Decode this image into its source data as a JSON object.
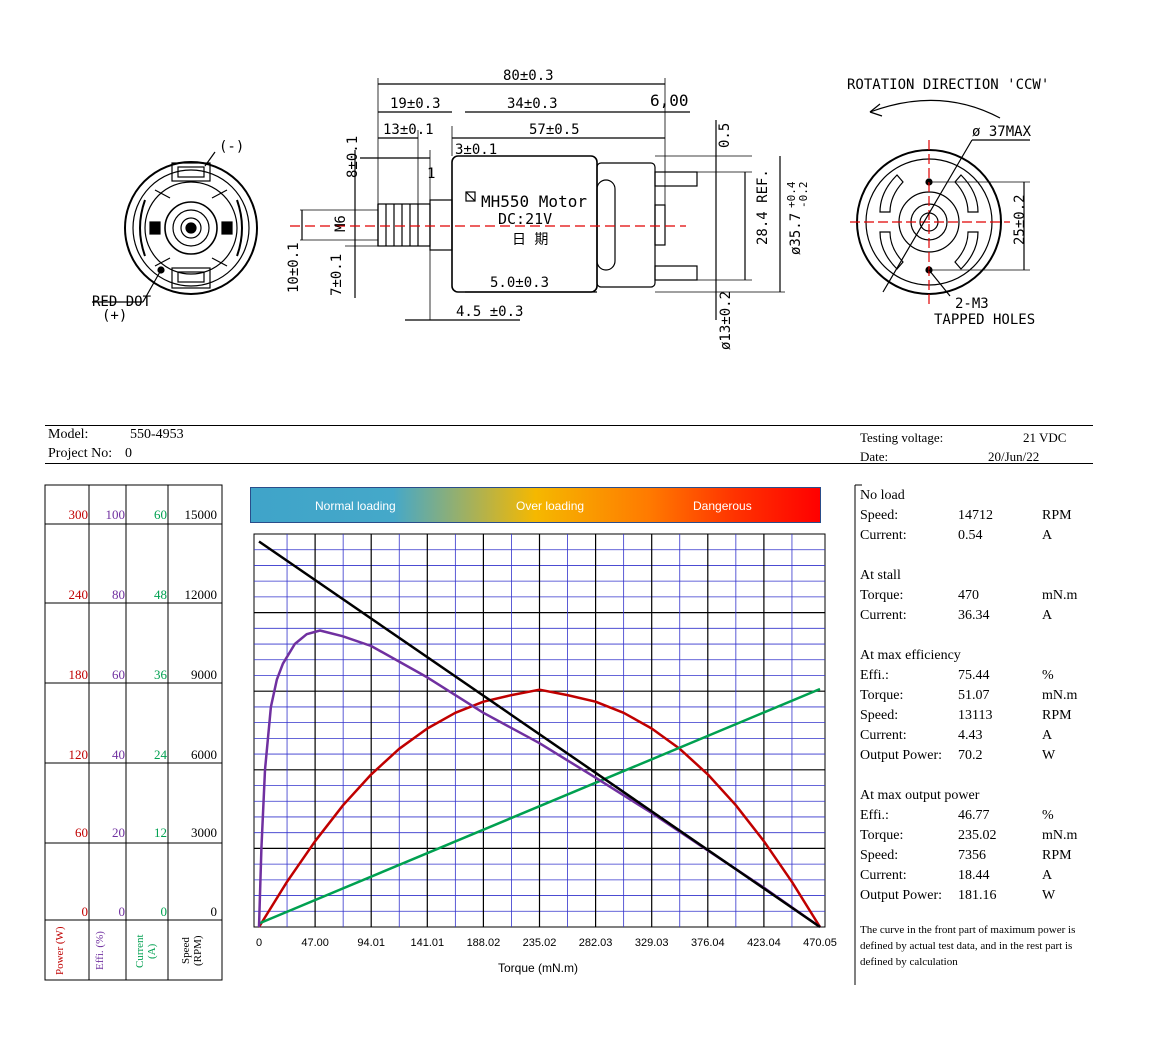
{
  "drawing": {
    "front_view": {
      "minus_label": "(-)",
      "red_dot_label": "RED DOT",
      "plus_label": "(+)"
    },
    "side_view": {
      "dim_overall": "80±0.3",
      "dim_19": "19±0.3",
      "dim_13": "13±0.1",
      "dim_34": "34±0.3",
      "dim_6": "6,00",
      "dim_57": "57±0.5",
      "dim_3": "3±0.1",
      "dim_05": "0.5",
      "dim_8": "8±0.1",
      "dim_1": "1",
      "dim_m6": "M6",
      "dim_10": "10±0.1",
      "dim_7": "7±0.1",
      "dim_5": "5.0±0.3",
      "dim_45": "4.5 ±0.3",
      "dim_284": "28.4 REF.",
      "dim_357": "ø35.7",
      "dim_357_tol_plus": "+0.4",
      "dim_357_tol_minus": "-0.2",
      "dim_13_dia": "ø13±0.2",
      "label_line1": "MH550 Motor",
      "label_line2": "DC:21V",
      "label_line3": "日 期"
    },
    "end_view": {
      "rotation": "ROTATION DIRECTION 'CCW'",
      "dia_37": "ø 37MAX",
      "dim_25": "25±0.2",
      "holes_line1": "2-M3",
      "holes_line2": "TAPPED HOLES"
    }
  },
  "header": {
    "model_label": "Model:",
    "model_value": "550-4953",
    "project_label": "Project No:",
    "project_value": "0",
    "voltage_label": "Testing voltage:",
    "voltage_value": "21 VDC",
    "date_label": "Date:",
    "date_value": "20/Jun/22"
  },
  "colors": {
    "power": "#c00000",
    "efficiency": "#7030a0",
    "current": "#00a050",
    "speed": "#000000",
    "grid": "#3333cc"
  },
  "band": {
    "normal": "Normal loading",
    "over": "Over loading",
    "danger": "Dangerous"
  },
  "axes_left": {
    "power": {
      "ticks": [
        "300",
        "240",
        "180",
        "120",
        "60",
        "0"
      ],
      "unit": "Power (W)"
    },
    "efficiency": {
      "ticks": [
        "100",
        "80",
        "60",
        "40",
        "20",
        "0"
      ],
      "unit": "Effi. (%)"
    },
    "current": {
      "ticks": [
        "60",
        "48",
        "36",
        "24",
        "12",
        "0"
      ],
      "unit": "Current (A)"
    },
    "speed": {
      "ticks": [
        "15000",
        "12000",
        "9000",
        "6000",
        "3000",
        "0"
      ],
      "unit": "Speed (RPM)"
    }
  },
  "chart_data": {
    "type": "line",
    "xlabel": "Torque (mN.m)",
    "x_ticks": [
      "0",
      "47.00",
      "94.01",
      "141.01",
      "188.02",
      "235.02",
      "282.03",
      "329.03",
      "376.04",
      "423.04",
      "470.05"
    ],
    "xlim": [
      0,
      470.05
    ],
    "grid": true,
    "series": [
      {
        "name": "Speed",
        "unit": "RPM",
        "axis_max": 15000,
        "color": "#000000",
        "x": [
          0,
          470.05
        ],
        "y": [
          14712,
          0
        ]
      },
      {
        "name": "Current",
        "unit": "A",
        "axis_max": 60,
        "color": "#00a050",
        "x": [
          0,
          470.05
        ],
        "y": [
          0.54,
          36.34
        ]
      },
      {
        "name": "Power",
        "unit": "W",
        "axis_max": 300,
        "color": "#c00000",
        "x": [
          0,
          23.5,
          47,
          70.5,
          94.01,
          117.5,
          141.01,
          164.5,
          188.02,
          211.5,
          235.02,
          258.5,
          282.03,
          305.5,
          329.03,
          352.5,
          376.04,
          399.5,
          423.04,
          446.5,
          470.05
        ],
        "y": [
          0,
          34.5,
          65.5,
          93,
          116.5,
          136,
          151.5,
          163.5,
          172,
          177,
          181.16,
          177,
          172,
          163.5,
          151.5,
          136,
          116.5,
          93,
          65.5,
          34.5,
          0
        ]
      },
      {
        "name": "Efficiency",
        "unit": "%",
        "axis_max": 100,
        "color": "#7030a0",
        "x": [
          0,
          2,
          5,
          10,
          15,
          20,
          30,
          40,
          51.07,
          70,
          94.01,
          141.01,
          188.02,
          235.02,
          282.03,
          329.03,
          376.04,
          423.04,
          470.05
        ],
        "y": [
          0,
          20,
          40,
          56,
          63,
          67,
          72,
          74.5,
          75.44,
          74,
          71.5,
          63.5,
          54.5,
          46.77,
          38,
          29,
          19.5,
          10,
          0
        ]
      }
    ]
  },
  "specs": {
    "noload": {
      "title": "No load",
      "rows": [
        {
          "k": "Speed:",
          "v": "14712",
          "u": "RPM"
        },
        {
          "k": "Current:",
          "v": "0.54",
          "u": "A"
        }
      ]
    },
    "stall": {
      "title": "At stall",
      "rows": [
        {
          "k": "Torque:",
          "v": "470",
          "u": "mN.m"
        },
        {
          "k": "Current:",
          "v": "36.34",
          "u": "A"
        }
      ]
    },
    "maxeff": {
      "title": "At max efficiency",
      "rows": [
        {
          "k": "Effi.:",
          "v": "75.44",
          "u": "%"
        },
        {
          "k": "Torque:",
          "v": "51.07",
          "u": "mN.m"
        },
        {
          "k": "Speed:",
          "v": "13113",
          "u": "RPM"
        },
        {
          "k": "Current:",
          "v": "4.43",
          "u": "A"
        },
        {
          "k": "Output Power:",
          "v": "70.2",
          "u": "W"
        }
      ]
    },
    "maxpow": {
      "title": "At max output power",
      "rows": [
        {
          "k": "Effi.:",
          "v": "46.77",
          "u": "%"
        },
        {
          "k": "Torque:",
          "v": "235.02",
          "u": "mN.m"
        },
        {
          "k": "Speed:",
          "v": "7356",
          "u": "RPM"
        },
        {
          "k": "Current:",
          "v": "18.44",
          "u": "A"
        },
        {
          "k": "Output Power:",
          "v": "181.16",
          "u": "W"
        }
      ]
    },
    "note": "The curve in the front part of maximum power is defined by actual test data, and in the rest part is defined by calculation"
  }
}
